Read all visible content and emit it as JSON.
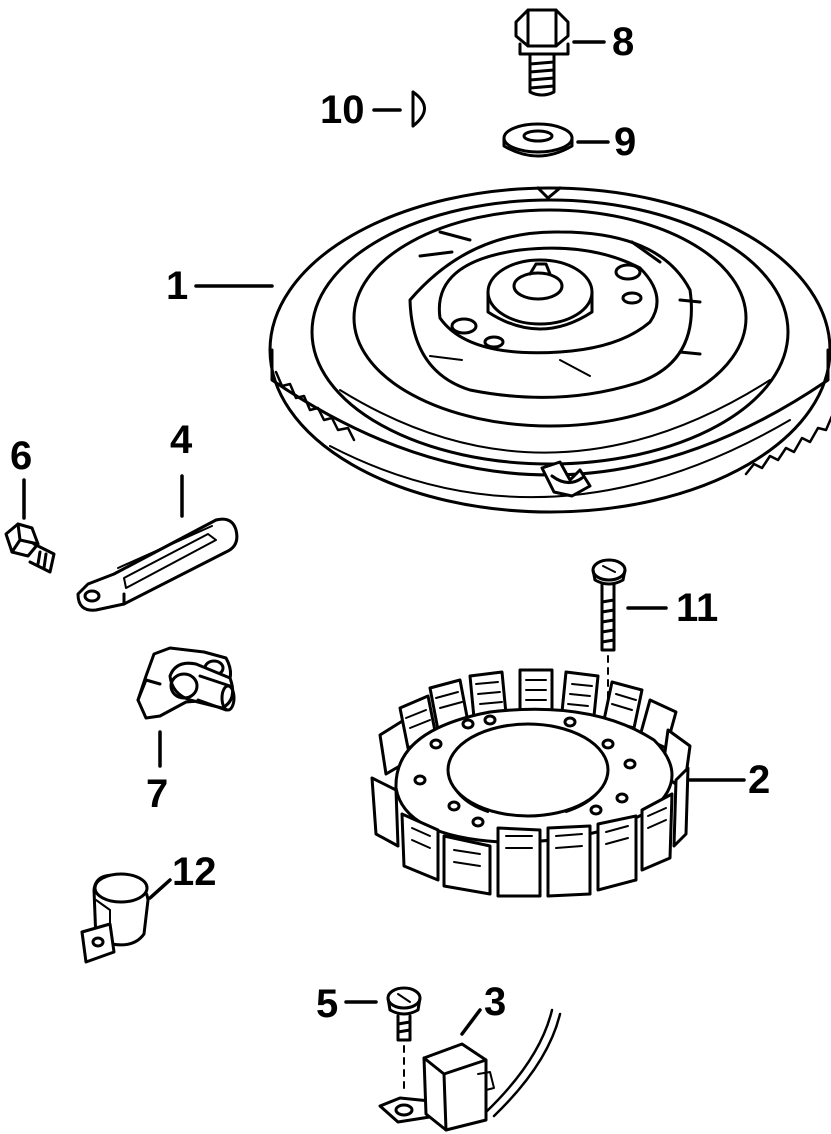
{
  "diagram": {
    "ink_color": "#000000",
    "paper_color": "#ffffff",
    "callouts": {
      "c1": "1",
      "c2": "2",
      "c3": "3",
      "c4": "4",
      "c5": "5",
      "c6": "6",
      "c7": "7",
      "c8": "8",
      "c9": "9",
      "c10": "10",
      "c11": "11",
      "c12": "12"
    },
    "parts": [
      {
        "ref": "1",
        "name": "flywheel"
      },
      {
        "ref": "2",
        "name": "stator"
      },
      {
        "ref": "3",
        "name": "ignition-coil"
      },
      {
        "ref": "4",
        "name": "link-arm"
      },
      {
        "ref": "5",
        "name": "coil-screw"
      },
      {
        "ref": "6",
        "name": "link-screw"
      },
      {
        "ref": "7",
        "name": "throttle-cam"
      },
      {
        "ref": "8",
        "name": "flywheel-nut"
      },
      {
        "ref": "9",
        "name": "washer"
      },
      {
        "ref": "10",
        "name": "flywheel-key"
      },
      {
        "ref": "11",
        "name": "stator-screw"
      },
      {
        "ref": "12",
        "name": "wire-clamp"
      }
    ]
  }
}
